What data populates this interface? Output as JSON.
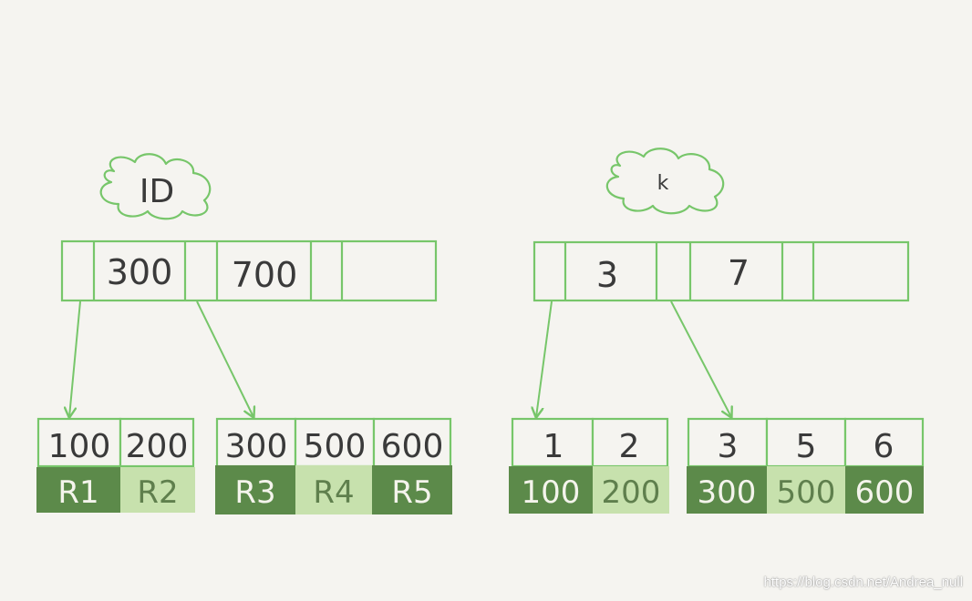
{
  "colors": {
    "stroke": "#77c66a",
    "dark_fill": "#5c8a4a",
    "light_fill": "#c7e1ad",
    "text": "#3a3a3a"
  },
  "trees": [
    {
      "cloud_label": "ID",
      "root_keys": [
        "300",
        "700"
      ],
      "leaves": [
        {
          "keys": [
            "100",
            "200"
          ],
          "values": [
            "R1",
            "R2"
          ]
        },
        {
          "keys": [
            "300",
            "500",
            "600"
          ],
          "values": [
            "R3",
            "R4",
            "R5"
          ]
        }
      ]
    },
    {
      "cloud_label": "k",
      "root_keys": [
        "3",
        "7"
      ],
      "leaves": [
        {
          "keys": [
            "1",
            "2"
          ],
          "values": [
            "100",
            "200"
          ]
        },
        {
          "keys": [
            "3",
            "5",
            "6"
          ],
          "values": [
            "300",
            "500",
            "600"
          ]
        }
      ]
    }
  ],
  "watermark": "https://blog.csdn.net/Andrea_null"
}
